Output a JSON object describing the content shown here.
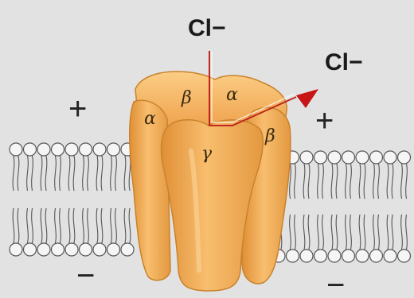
{
  "labels": {
    "ion_top": "Cl−",
    "ion_right": "Cl−",
    "charge_positive": "+",
    "charge_negative": "−",
    "subunit_alpha": "α",
    "subunit_beta": "β",
    "subunit_gamma": "γ"
  },
  "colors": {
    "background": "#e2e2e2",
    "protein_fill": "#f3b260",
    "protein_dark": "#d98a30",
    "protein_light": "#fbd08e",
    "ion_path": "#c0281e",
    "arrow_head": "#c81515",
    "lipid_line": "#555555",
    "lipid_head_fill": "#f5f5f5"
  }
}
